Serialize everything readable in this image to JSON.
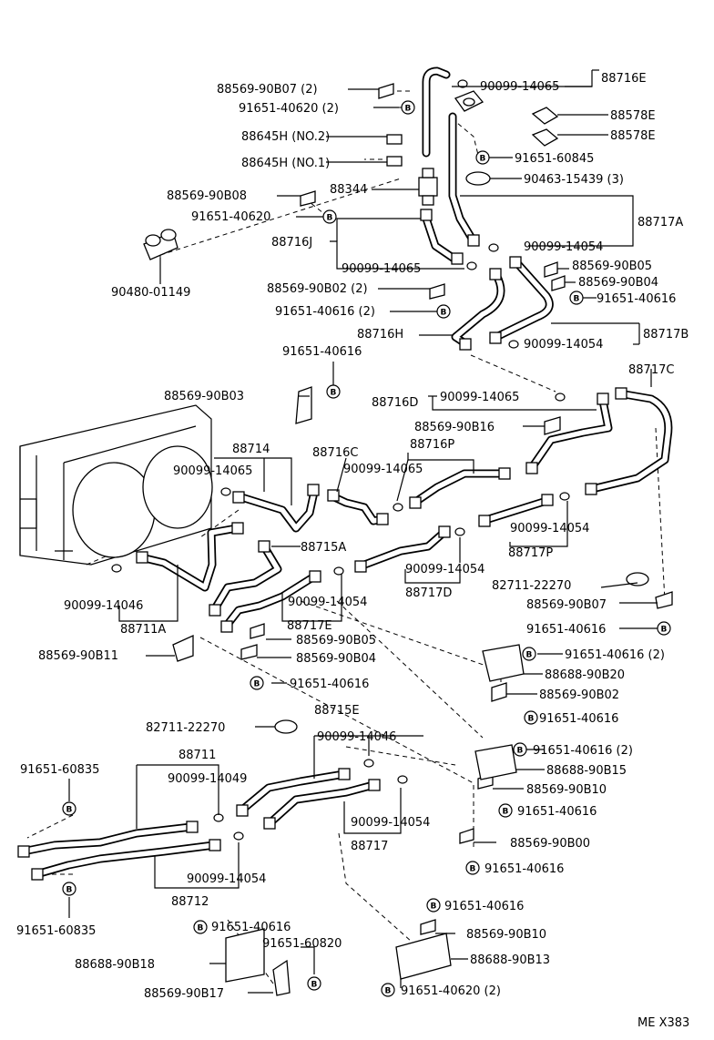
{
  "labels": [
    {
      "id": "l1",
      "text": "88569-90B07 (2)"
    },
    {
      "id": "l2",
      "text": "91651-40620 (2)"
    },
    {
      "id": "l3",
      "text": "88645H (NO.2)"
    },
    {
      "id": "l4",
      "text": "88645H (NO.1)"
    },
    {
      "id": "l5",
      "text": "88569-90B08"
    },
    {
      "id": "l6",
      "text": "91651-40620"
    },
    {
      "id": "l7",
      "text": "90480-01149"
    },
    {
      "id": "l8",
      "text": "90099-14065"
    },
    {
      "id": "l9",
      "text": "88716E"
    },
    {
      "id": "l10",
      "text": "88578E"
    },
    {
      "id": "l11",
      "text": "88578E"
    },
    {
      "id": "l12",
      "text": "91651-60845"
    },
    {
      "id": "l13",
      "text": "90463-15439 (3)"
    },
    {
      "id": "l14",
      "text": "88344"
    },
    {
      "id": "l15",
      "text": "88717A"
    },
    {
      "id": "l16",
      "text": "90099-14054"
    },
    {
      "id": "l17",
      "text": "88716J"
    },
    {
      "id": "l18",
      "text": "90099-14065"
    },
    {
      "id": "l19",
      "text": "88569-90B05"
    },
    {
      "id": "l20",
      "text": "88569-90B04"
    },
    {
      "id": "l21",
      "text": "91651-40616"
    },
    {
      "id": "l22",
      "text": "88569-90B02 (2)"
    },
    {
      "id": "l23",
      "text": "91651-40616 (2)"
    },
    {
      "id": "l24",
      "text": "88716H"
    },
    {
      "id": "l25",
      "text": "90099-14054"
    },
    {
      "id": "l26",
      "text": "88717B"
    },
    {
      "id": "l27",
      "text": "91651-40616"
    },
    {
      "id": "l28",
      "text": "88717C"
    },
    {
      "id": "l29",
      "text": "88569-90B03"
    },
    {
      "id": "l30",
      "text": "88716D"
    },
    {
      "id": "l31",
      "text": "90099-14065"
    },
    {
      "id": "l32",
      "text": "88569-90B16"
    },
    {
      "id": "l33",
      "text": "88714"
    },
    {
      "id": "l34",
      "text": "88716C"
    },
    {
      "id": "l35",
      "text": "88716P"
    },
    {
      "id": "l36",
      "text": "90099-14065"
    },
    {
      "id": "l37",
      "text": "90099-14065"
    },
    {
      "id": "l38",
      "text": "90099-14054"
    },
    {
      "id": "l39",
      "text": "88717P"
    },
    {
      "id": "l40",
      "text": "88715A"
    },
    {
      "id": "l41",
      "text": "90099-14054"
    },
    {
      "id": "l42",
      "text": "88717D"
    },
    {
      "id": "l43",
      "text": "82711-22270"
    },
    {
      "id": "l44",
      "text": "90099-14046"
    },
    {
      "id": "l45",
      "text": "88711A"
    },
    {
      "id": "l46",
      "text": "90099-14054"
    },
    {
      "id": "l47",
      "text": "88717E"
    },
    {
      "id": "l48",
      "text": "88569-90B07"
    },
    {
      "id": "l49",
      "text": "91651-40616"
    },
    {
      "id": "l50",
      "text": "88569-90B11"
    },
    {
      "id": "l51",
      "text": "88569-90B05"
    },
    {
      "id": "l52",
      "text": "88569-90B04"
    },
    {
      "id": "l53",
      "text": "91651-40616"
    },
    {
      "id": "l54",
      "text": "91651-40616 (2)"
    },
    {
      "id": "l55",
      "text": "88688-90B20"
    },
    {
      "id": "l56",
      "text": "88569-90B02"
    },
    {
      "id": "l57",
      "text": "91651-40616"
    },
    {
      "id": "l58",
      "text": "88715E"
    },
    {
      "id": "l59",
      "text": "82711-22270"
    },
    {
      "id": "l60",
      "text": "90099-14046"
    },
    {
      "id": "l61",
      "text": "88711"
    },
    {
      "id": "l62",
      "text": "91651-60835"
    },
    {
      "id": "l63",
      "text": "90099-14049"
    },
    {
      "id": "l64",
      "text": "91651-40616 (2)"
    },
    {
      "id": "l65",
      "text": "88688-90B15"
    },
    {
      "id": "l66",
      "text": "88569-90B10"
    },
    {
      "id": "l67",
      "text": "91651-40616"
    },
    {
      "id": "l68",
      "text": "90099-14054"
    },
    {
      "id": "l69",
      "text": "88717"
    },
    {
      "id": "l70",
      "text": "88569-90B00"
    },
    {
      "id": "l71",
      "text": "91651-40616"
    },
    {
      "id": "l72",
      "text": "90099-14054"
    },
    {
      "id": "l73",
      "text": "88712"
    },
    {
      "id": "l74",
      "text": "91651-60835"
    },
    {
      "id": "l75",
      "text": "91651-40616"
    },
    {
      "id": "l76",
      "text": "88569-90B10"
    },
    {
      "id": "l77",
      "text": "91651-40616"
    },
    {
      "id": "l78",
      "text": "91651-60820"
    },
    {
      "id": "l79",
      "text": "88688-90B13"
    },
    {
      "id": "l80",
      "text": "88688-90B18"
    },
    {
      "id": "l81",
      "text": "88569-90B17"
    },
    {
      "id": "l82",
      "text": "91651-40620 (2)"
    },
    {
      "id": "l83",
      "text": "ME X383"
    }
  ],
  "bolt_symbol": "B"
}
